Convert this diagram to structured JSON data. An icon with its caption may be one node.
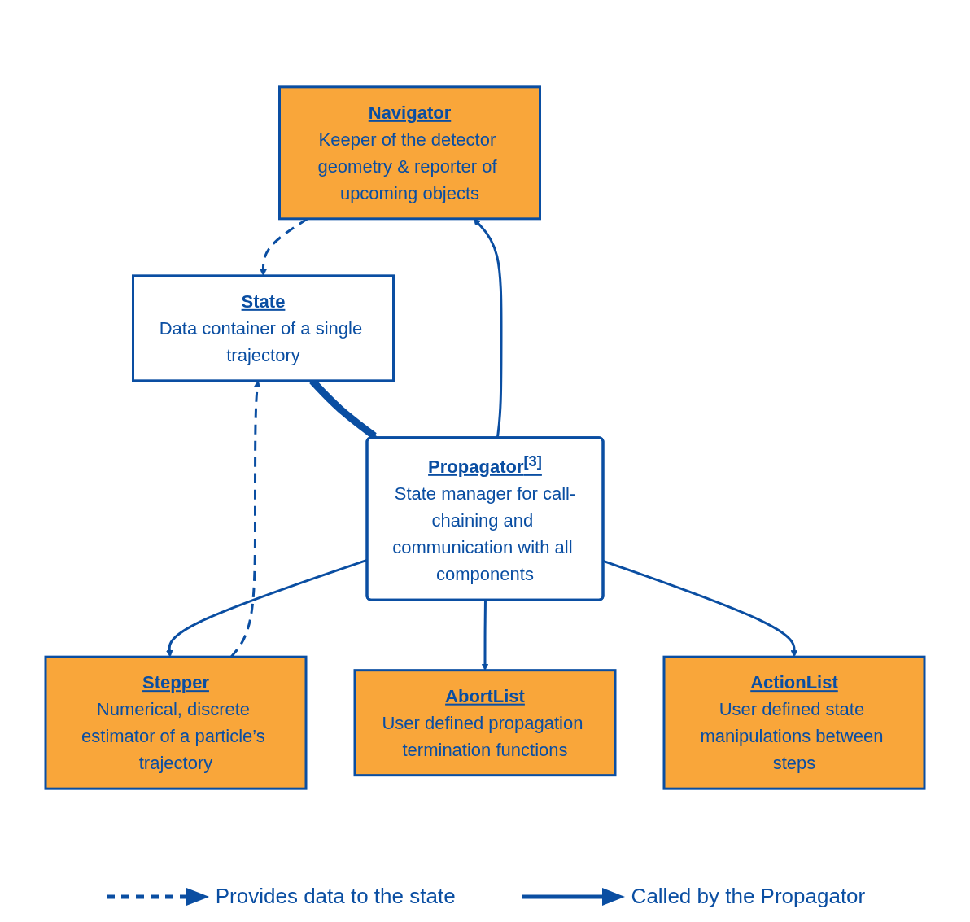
{
  "diagram": {
    "nodes": [
      {
        "text": [
          "Navigator",
          "Keeper of the detector geometry & reporter of upcoming objects"
        ]
      },
      {
        "text": [
          "Stepper",
          "Numerical, discrete estimator of a particle’s trajectory"
        ]
      },
      {
        "text": [
          "State",
          "Data container of a single trajectory"
        ]
      },
      {
        "text": [
          "Propagator$^{[3]}$",
          "State manager for call-chaining and communication with all components"
        ]
      },
      {
        "text": [
          "AbortList",
          "User defined propagation termination functions"
        ]
      },
      {
        "text": [
          "ActionList",
          "User defined state manipulations between steps"
        ]
      }
    ],
    "edges": [
      {
        "from": 0,
        "to": 2,
        "arrow": "to",
        "style": "dashed"
      },
      {
        "from": 1,
        "to": 2,
        "arrow": "to",
        "style": "dashed"
      },
      {
        "from": 2,
        "to": 3,
        "arrow": "to",
        "style": "thick"
      },
      {
        "from": 3,
        "to": 0,
        "arrow": "to"
      },
      {
        "from": 3,
        "to": 1,
        "arrow": "to"
      },
      {
        "from": 3,
        "to": 4,
        "arrow": "to"
      },
      {
        "from": 3,
        "to": 5,
        "arrow": "to"
      }
    ],
    "legend": [
      {
        "text": "Provides data to the state"
      },
      {
        "text": "Called by the Propagator"
      }
    ]
  }
}
